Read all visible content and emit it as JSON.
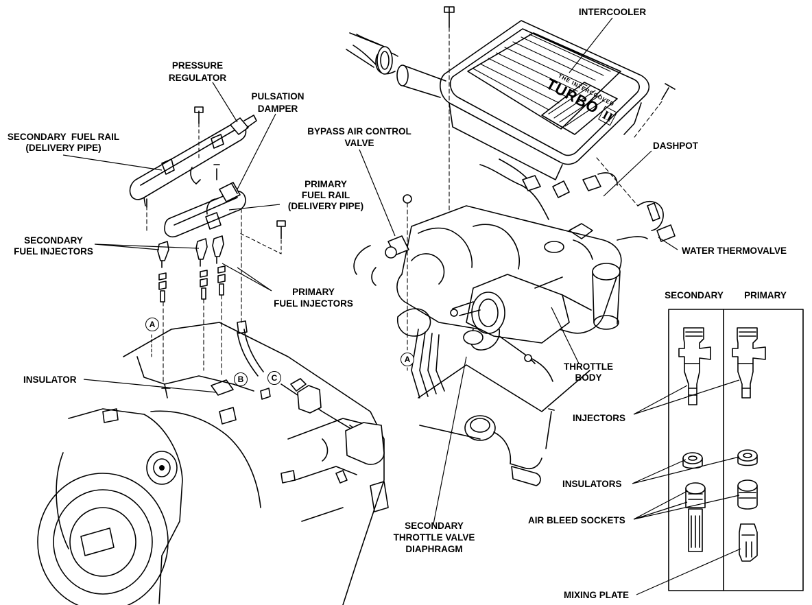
{
  "labels": {
    "intercooler": "INTERCOOLER",
    "pressure_regulator_l1": "PRESSURE",
    "pressure_regulator_l2": "REGULATOR",
    "pulsation_damper_l1": "PULSATION",
    "pulsation_damper_l2": "DAMPER",
    "secondary_fuel_rail_l1": "SECONDARY  FUEL RAIL",
    "secondary_fuel_rail_l2": "(DELIVERY PIPE)",
    "bypass_air_control_l1": "BYPASS AIR CONTROL",
    "bypass_air_control_l2": "VALVE",
    "dashpot": "DASHPOT",
    "primary_fuel_rail_l1": "PRIMARY",
    "primary_fuel_rail_l2": "FUEL RAIL",
    "primary_fuel_rail_l3": "(DELIVERY PIPE)",
    "secondary_fuel_injectors_l1": "SECONDARY",
    "secondary_fuel_injectors_l2": "FUEL INJECTORS",
    "water_thermovalve": "WATER THERMOVALVE",
    "primary_fuel_injectors_l1": "PRIMARY",
    "primary_fuel_injectors_l2": "FUEL INJECTORS",
    "secondary": "SECONDARY",
    "primary": "PRIMARY",
    "throttle_body_l1": "THROTTLE",
    "throttle_body_l2": "BODY",
    "insulator": "INSULATOR",
    "injectors": "INJECTORS",
    "insulators": "INSULATORS",
    "air_bleed_sockets": "AIR BLEED SOCKETS",
    "secondary_throttle_valve_l1": "SECONDARY",
    "secondary_throttle_valve_l2": "THROTTLE VALVE",
    "secondary_throttle_valve_l3": "DIAPHRAGM",
    "mixing_plate": "MIXING PLATE"
  },
  "callouts": {
    "a": "A",
    "b": "B",
    "c": "C"
  },
  "intercooler_badge": {
    "line1": "THE INTERCOOLED",
    "line2": "TURBO",
    "line3": "II"
  }
}
